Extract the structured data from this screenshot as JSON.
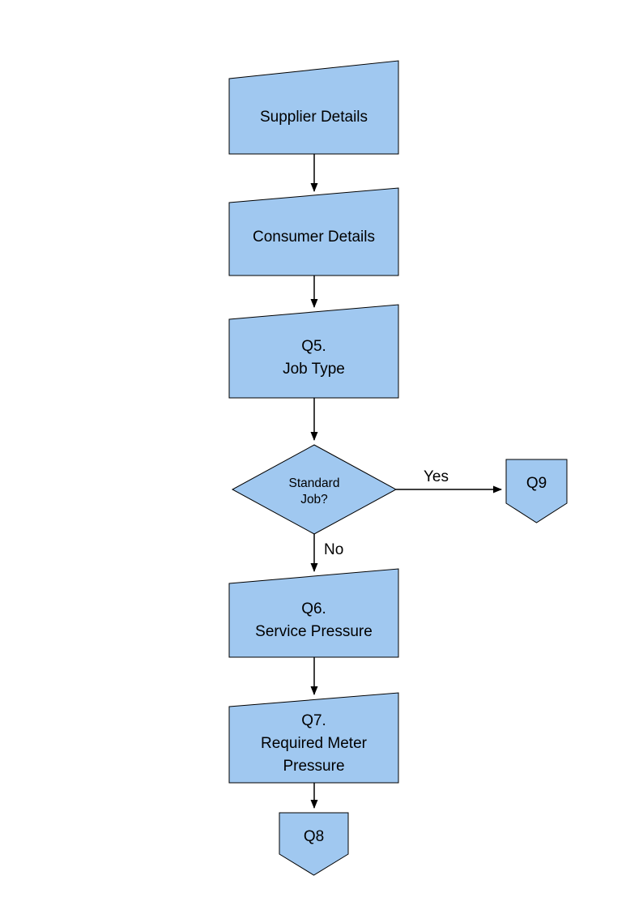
{
  "page": {
    "background": "#FFFFFF"
  },
  "diagram": {
    "shape_fill": "#A0C8F0",
    "shape_stroke": "#000000",
    "nodes": {
      "supplier": {
        "lines": [
          "Supplier Details"
        ]
      },
      "consumer": {
        "lines": [
          "Consumer Details"
        ]
      },
      "q5": {
        "lines": [
          "Q5.",
          "Job Type"
        ]
      },
      "standard_job": {
        "lines": [
          "Standard",
          "Job?"
        ]
      },
      "q9": {
        "lines": [
          "Q9"
        ]
      },
      "q6": {
        "lines": [
          "Q6.",
          "Service Pressure"
        ]
      },
      "q7": {
        "lines": [
          "Q7.",
          "Required Meter",
          "Pressure"
        ]
      },
      "q8": {
        "lines": [
          "Q8"
        ]
      }
    },
    "edge_labels": {
      "yes": "Yes",
      "no": "No"
    }
  }
}
